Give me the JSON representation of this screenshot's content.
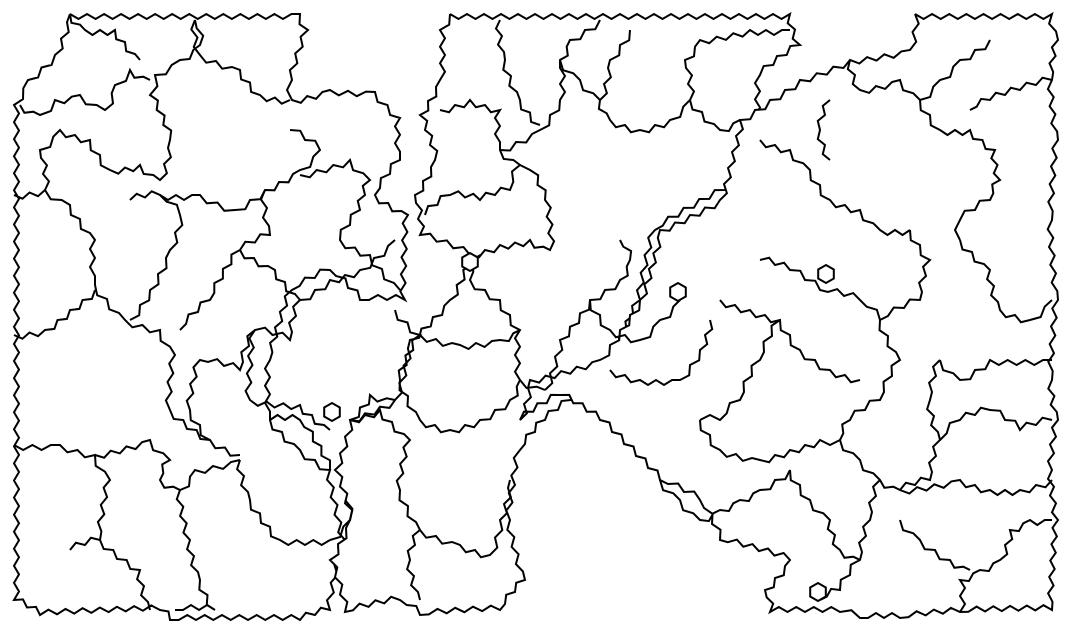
{
  "map": {
    "style": "hexagonal region map puzzle (uncolored outline)",
    "background_color": "#ffffff",
    "line_color": "#000000",
    "blocks": [
      {
        "name": "left-block"
      },
      {
        "name": "center-block"
      },
      {
        "name": "right-block"
      }
    ],
    "enclaves": [
      {
        "name": "hex-enclave-center"
      },
      {
        "name": "hex-enclave-right-middle"
      },
      {
        "name": "hex-enclave-right-upper"
      },
      {
        "name": "hex-enclave-bottom-right"
      },
      {
        "name": "hex-enclave-center-lower"
      }
    ]
  }
}
